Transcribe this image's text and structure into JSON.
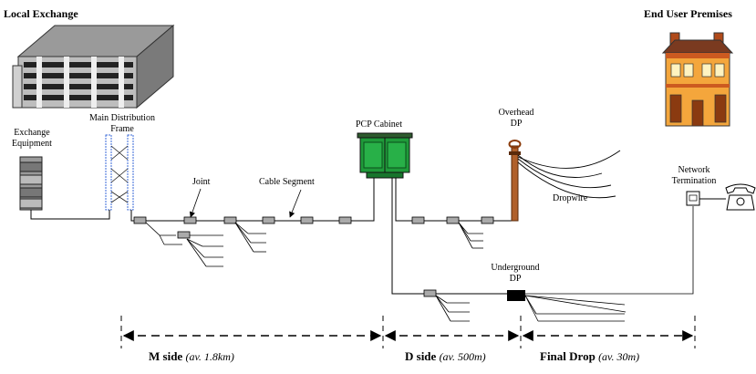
{
  "titles": {
    "left": "Local Exchange",
    "right": "End User Premises"
  },
  "labels": {
    "exchange_equipment": [
      "Exchange",
      "Equipment"
    ],
    "mdf": [
      "Main Distribution",
      "Frame"
    ],
    "joint": "Joint",
    "cable_segment": "Cable Segment",
    "pcp": "PCP Cabinet",
    "overhead_dp": [
      "Overhead",
      "DP"
    ],
    "dropwire": "Dropwire",
    "network_termination": [
      "Network",
      "Termination"
    ],
    "underground_dp": [
      "Underground",
      "DP"
    ]
  },
  "sections": [
    {
      "name": "M side",
      "note": "(av. 1.8km)"
    },
    {
      "name": "D side",
      "note": "(av. 500m)"
    },
    {
      "name": "Final Drop",
      "note": "(av. 30m)"
    }
  ],
  "colors": {
    "cabinet": "#1f9a3a",
    "pole": "#b0602a",
    "mdf": "#3a6ad8",
    "house": "#f4a63c"
  }
}
